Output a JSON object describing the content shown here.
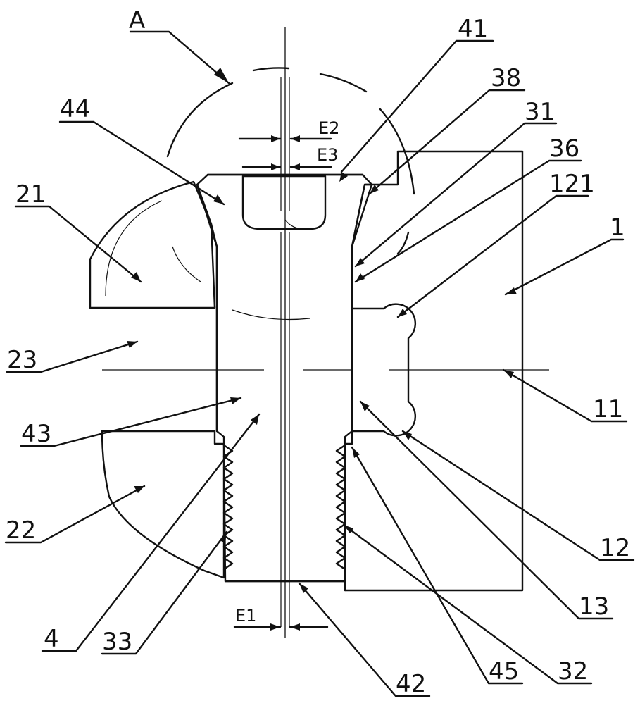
{
  "figure": {
    "view_label": "A",
    "dimension_labels": {
      "e1": "E1",
      "e2": "E2",
      "e3": "E3"
    },
    "part_labels": {
      "p41": "41",
      "p38": "38",
      "p31": "31",
      "p36": "36",
      "p121": "121",
      "p1": "1",
      "p44": "44",
      "p21": "21",
      "p23": "23",
      "p11": "11",
      "p43": "43",
      "p22": "22",
      "p12": "12",
      "p13": "13",
      "p4": "4",
      "p33": "33",
      "p42": "42",
      "p45": "45",
      "p32": "32"
    },
    "colors": {
      "line": "#111111",
      "background": "#ffffff"
    }
  }
}
